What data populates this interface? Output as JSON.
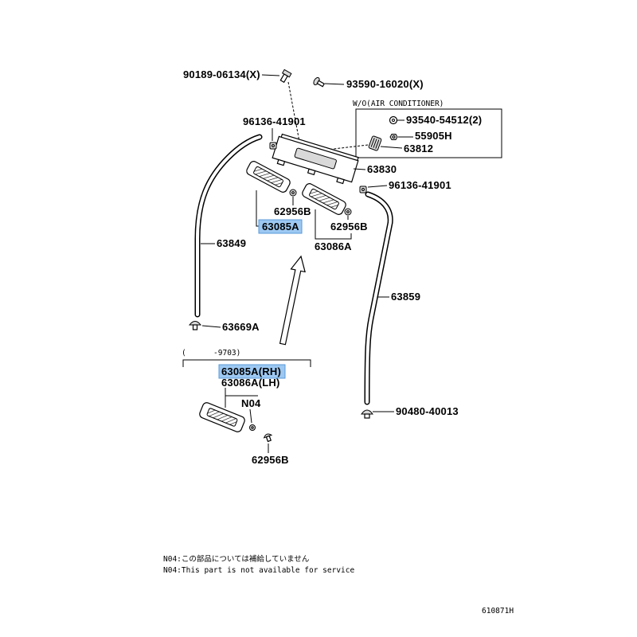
{
  "labels": {
    "bolt_top": "90189-06134(X)",
    "screw_top": "93590-16020(X)",
    "box_title": "W/O(AIR CONDITIONER)",
    "clip_left": "96136-41901",
    "washer": "93540-54512(2)",
    "nut_box": "55905H",
    "knob": "63812",
    "housing": "63830",
    "clip_right": "96136-41901",
    "nut_rh": "62956B",
    "lamp_rh": "63085A",
    "nut_lh": "62956B",
    "lamp_lh": "63086A",
    "molding_left": "63849",
    "molding_right": "63859",
    "clip_bottom_left": "63669A",
    "range": "(      -9703)",
    "old_lamp_rh": "63085A(RH)",
    "old_lamp_lh": "63086A(LH)",
    "note_code": "N04",
    "old_nut": "62956B",
    "fastener": "90480-40013"
  },
  "notes": [
    "N04:この部品については補給していません",
    "N04:This part is not available for service"
  ],
  "figure_id": "610871H",
  "colors": {
    "ink": "#000000",
    "highlight_fill": "#9cc8f2",
    "highlight_stroke": "#5a9ad8"
  }
}
